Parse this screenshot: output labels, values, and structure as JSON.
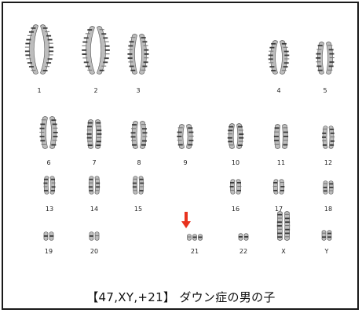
{
  "caption": "【47,XY,+21】 ダウン症の男の子",
  "marker_color": "#e8321e",
  "chromosomes": [
    {
      "label": "1"
    },
    {
      "label": "2"
    },
    {
      "label": "3"
    },
    {
      "label": "4"
    },
    {
      "label": "5"
    },
    {
      "label": "6"
    },
    {
      "label": "7"
    },
    {
      "label": "8"
    },
    {
      "label": "9"
    },
    {
      "label": "10"
    },
    {
      "label": "11"
    },
    {
      "label": "12"
    },
    {
      "label": "13"
    },
    {
      "label": "14"
    },
    {
      "label": "15"
    },
    {
      "label": "16"
    },
    {
      "label": "17"
    },
    {
      "label": "18"
    },
    {
      "label": "19"
    },
    {
      "label": "20"
    },
    {
      "label": "21",
      "copies": 3,
      "highlighted": true
    },
    {
      "label": "22"
    },
    {
      "label": "X"
    },
    {
      "label": "Y"
    }
  ]
}
